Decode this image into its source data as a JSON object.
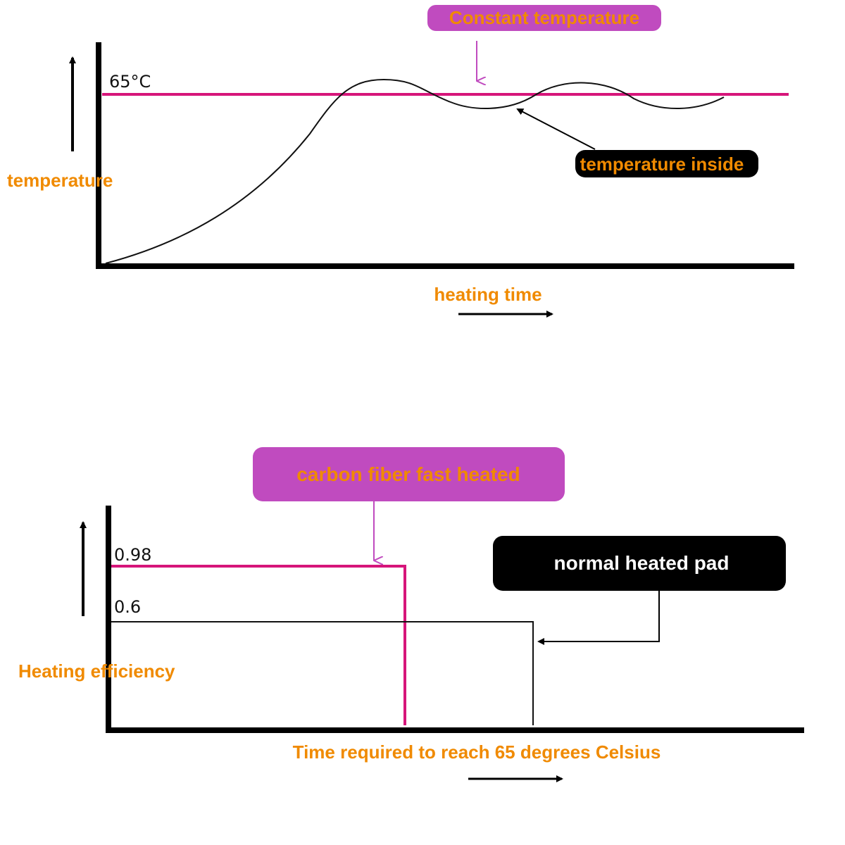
{
  "colors": {
    "accent_orange": "#f08a00",
    "magenta_line": "#d6157a",
    "purple_callout": "#c04bbf",
    "black": "#000000"
  },
  "chart_data": [
    {
      "type": "line",
      "ylabel": "temperature",
      "xlabel": "heating time",
      "y_tick": "65°C",
      "grid": false,
      "series": [
        {
          "name": "Constant temperature",
          "kind": "constant",
          "y": 65
        },
        {
          "name": "temperature inside",
          "kind": "curve",
          "description_points": [
            [
              0,
              0
            ],
            [
              33,
              60
            ],
            [
              40,
              68
            ],
            [
              55,
              62
            ],
            [
              65,
              67.5
            ],
            [
              80,
              63
            ],
            [
              100,
              65
            ]
          ]
        }
      ],
      "annotations": [
        "Constant temperature",
        "temperature inside"
      ]
    },
    {
      "type": "line",
      "ylabel": "Heating efficiency",
      "xlabel": "Time required to reach 65 degrees Celsius",
      "grid": false,
      "series": [
        {
          "name": "carbon fiber fast heated",
          "y": 0.98
        },
        {
          "name": "normal heated pad",
          "y": 0.6
        }
      ],
      "y_ticks": [
        "0.98",
        "0.6"
      ],
      "annotations": [
        "carbon fiber fast heated",
        "normal heated pad"
      ]
    }
  ]
}
